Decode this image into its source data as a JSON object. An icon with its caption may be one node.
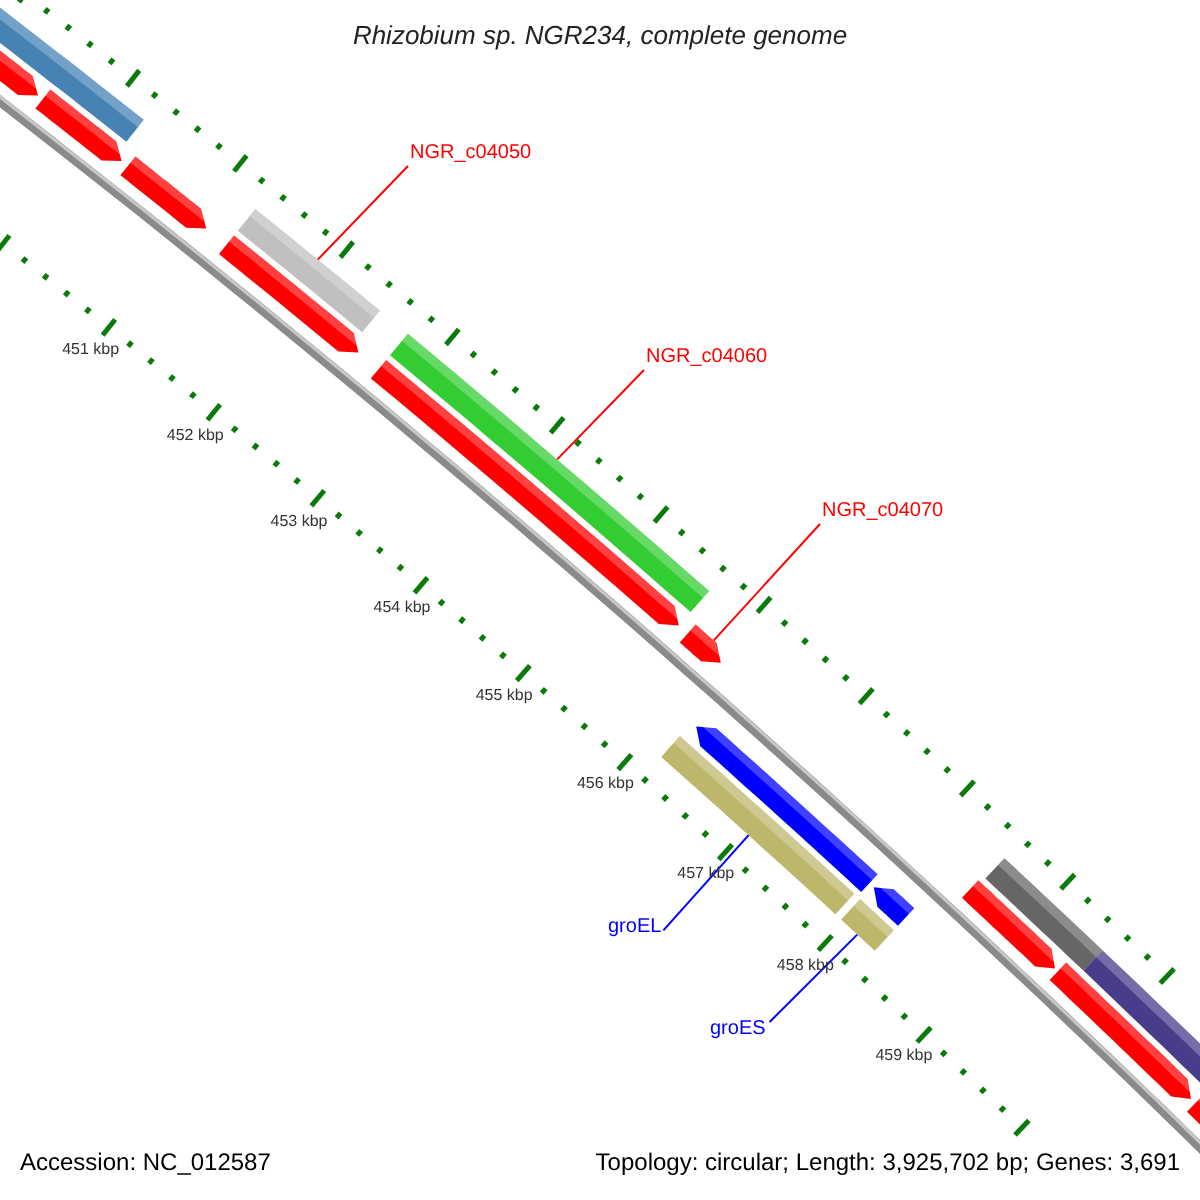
{
  "diagram": {
    "title": "Rhizobium sp. NGR234, complete genome",
    "nodes": [
      {
        "text": [
          "NGR_c04050"
        ]
      },
      {
        "text": [],
        "shape": "bar"
      },
      {
        "text": [
          "NGR_c04060"
        ]
      },
      {
        "text": [],
        "shape": "bar"
      },
      {
        "text": [
          "NGR_c04070"
        ]
      },
      {
        "text": [],
        "shape": "arrow"
      },
      {
        "text": [
          "groEL"
        ]
      },
      {
        "text": [],
        "shape": "bar"
      },
      {
        "text": [
          "groES"
        ]
      },
      {
        "text": [],
        "shape": "bar"
      }
    ],
    "edges": [
      {
        "from": 0,
        "to": 1,
        "arrow": "none"
      },
      {
        "from": 2,
        "to": 3,
        "arrow": "none"
      },
      {
        "from": 4,
        "to": 5,
        "arrow": "none"
      },
      {
        "from": 6,
        "to": 7,
        "arrow": "none",
        "color": "#0000ff"
      },
      {
        "from": 8,
        "to": 9,
        "arrow": "none",
        "color": "#0000ff"
      }
    ],
    "labels": [
      "451 kbp",
      "452 kbp",
      "453 kbp",
      "454 kbp",
      "455 kbp",
      "456 kbp",
      "457 kbp",
      "458 kbp",
      "459 kbp",
      "Accession: NC_012587",
      "Topology: circular; Length: 3,925,702 bp; Genes: 3,691"
    ]
  }
}
